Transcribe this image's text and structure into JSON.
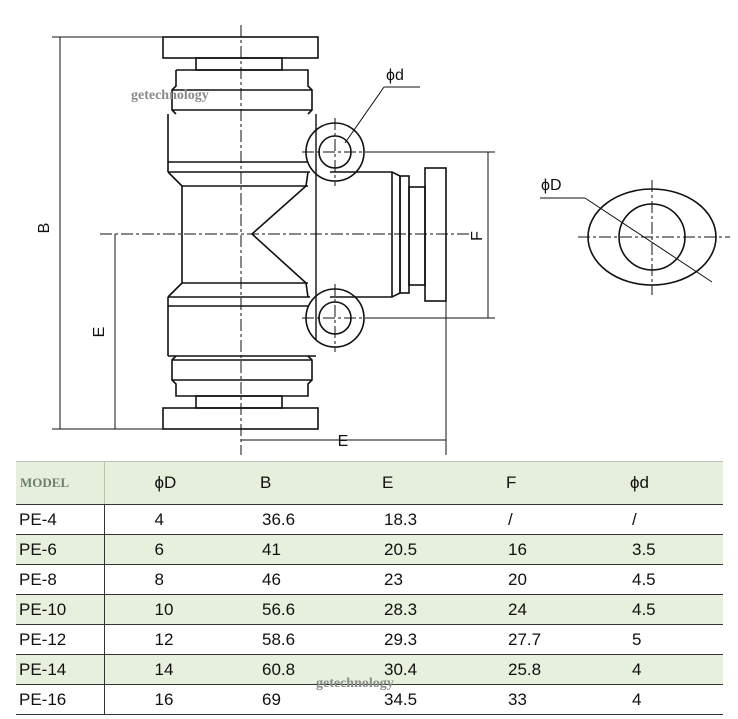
{
  "drawing": {
    "labels": {
      "B": "B",
      "E_vertical": "E",
      "E_horizontal": "E",
      "F": "F",
      "phi_d": "ϕd",
      "phi_D": "ϕD"
    },
    "watermark": "getechnology"
  },
  "table": {
    "headers": [
      "MODEL",
      "ϕD",
      "B",
      "E",
      "F",
      "ϕd"
    ],
    "rows": [
      [
        "PE-4",
        "4",
        "36.6",
        "18.3",
        "/",
        "/"
      ],
      [
        "PE-6",
        "6",
        "41",
        "20.5",
        "16",
        "3.5"
      ],
      [
        "PE-8",
        "8",
        "46",
        "23",
        "20",
        "4.5"
      ],
      [
        "PE-10",
        "10",
        "56.6",
        "28.3",
        "24",
        "4.5"
      ],
      [
        "PE-12",
        "12",
        "58.6",
        "29.3",
        "27.7",
        "5"
      ],
      [
        "PE-14",
        "14",
        "60.8",
        "30.4",
        "25.8",
        "4"
      ],
      [
        "PE-16",
        "16",
        "69",
        "34.5",
        "33",
        "4"
      ]
    ],
    "row_highlight_color": "#e6f0dc",
    "header_color": "#e6eedc"
  },
  "footer_watermark": "getechnology"
}
